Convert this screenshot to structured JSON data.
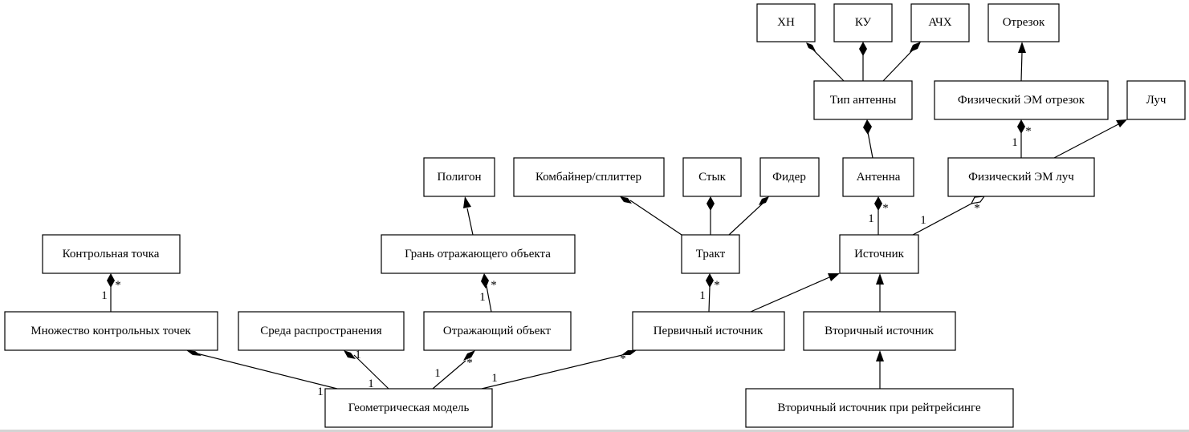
{
  "nodes": {
    "xn": "ХН",
    "ku": "КУ",
    "achx": "АЧХ",
    "otrezok": "Отрезок",
    "tip_anteny": "Тип антенны",
    "fiz_em_otrezok": "Физический ЭМ отрезок",
    "luch": "Луч",
    "poligon": "Полигон",
    "kombainer": "Комбайнер/сплиттер",
    "styk": "Стык",
    "fider": "Фидер",
    "antenna": "Антенна",
    "fiz_em_luch": "Физический ЭМ луч",
    "kontr_tochka": "Контрольная точка",
    "gran": "Грань отражающего объекта",
    "trakt": "Тракт",
    "istochnik": "Источник",
    "mnozh_kontr": "Множество контрольных точек",
    "sreda": "Среда распространения",
    "otr_obekt": "Отражающий объект",
    "perv_ist": "Первичный источник",
    "vtor_ist": "Вторичный источник",
    "geom_model": "Геометрическая модель",
    "vtor_ist_rt": "Вторичный источник при рейтрейсинге"
  },
  "multiplicities": {
    "one": "1",
    "many": "*"
  }
}
